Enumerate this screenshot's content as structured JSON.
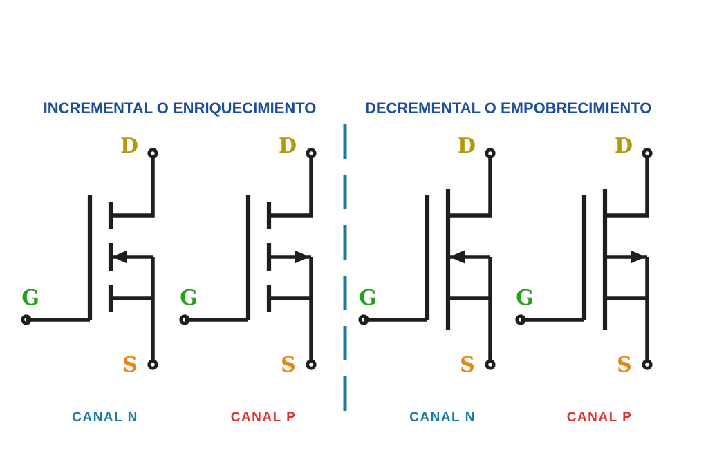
{
  "page": {
    "background": "#ffffff"
  },
  "sections": [
    {
      "title": "INCREMENTAL O ENRIQUECIMIENTO"
    },
    {
      "title": "DECREMENTAL O EMPOBRECIMIENTO"
    }
  ],
  "divider": {
    "color": "#1b7a9e"
  },
  "colors": {
    "title": "#1b4e9b",
    "wire": "#1e1e1e",
    "drain_label": "#b3990f",
    "gate_label": "#24a21f",
    "source_label": "#ea8515",
    "canal_n": "#1b7a9e",
    "canal_p": "#e03131"
  },
  "symbols": [
    {
      "id": "enhancement-n",
      "mode": "enhancement",
      "channel": "N",
      "drain_label": "D",
      "gate_label": "G",
      "source_label": "S",
      "caption": "CANAL N",
      "caption_color": "#1b7a9e"
    },
    {
      "id": "enhancement-p",
      "mode": "enhancement",
      "channel": "P",
      "drain_label": "D",
      "gate_label": "G",
      "source_label": "S",
      "caption": "CANAL P",
      "caption_color": "#e03131"
    },
    {
      "id": "depletion-n",
      "mode": "depletion",
      "channel": "N",
      "drain_label": "D",
      "gate_label": "G",
      "source_label": "S",
      "caption": "CANAL N",
      "caption_color": "#1b7a9e"
    },
    {
      "id": "depletion-p",
      "mode": "depletion",
      "channel": "P",
      "drain_label": "D",
      "gate_label": "G",
      "source_label": "S",
      "caption": "CANAL P",
      "caption_color": "#e03131"
    }
  ]
}
